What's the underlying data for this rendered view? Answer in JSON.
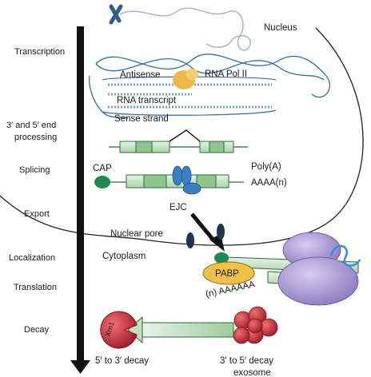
{
  "stages": {
    "transcription": "Transcription",
    "end_processing_1": "3′ and 5′ end",
    "end_processing_2": "processing",
    "splicing": "Splicing",
    "export": "Export",
    "localization": "Localization",
    "translation": "Translation",
    "decay": "Decay"
  },
  "labels": {
    "nucleus": "Nucleus",
    "antisense": "Antisense",
    "rna_pol": "RNA Pol II",
    "rna_transcript": "RNA transcript",
    "sense_strand": "Sense strand",
    "cap": "CAP",
    "poly_a": "Poly(A)",
    "aaaa": "AAAA(n)",
    "ejc": "EJC",
    "nuclear_pore": "Nuclear pore",
    "cytoplasm": "Cytoplasm",
    "pabp": "PABP",
    "poly_a_tail": "(n) AAAAAA",
    "xrn1": "Xrn1",
    "decay_5to3": "5′ to 3′ decay",
    "decay_3to5_1": "3′ to 5′ decay",
    "decay_3to5_2": "exosome"
  },
  "colors": {
    "dna": "#3a6aa0",
    "exon": "#bfe0bf",
    "exon_stroke": "#2e6b3a",
    "cap": "#1f8a4c",
    "ejc": "#3a7fc4",
    "pol": "#f0b84a",
    "ribosome": "#a99bd0",
    "pabp": "#f2c046",
    "xrn1": "#d83a3a",
    "exosome": "#c23a4a"
  }
}
